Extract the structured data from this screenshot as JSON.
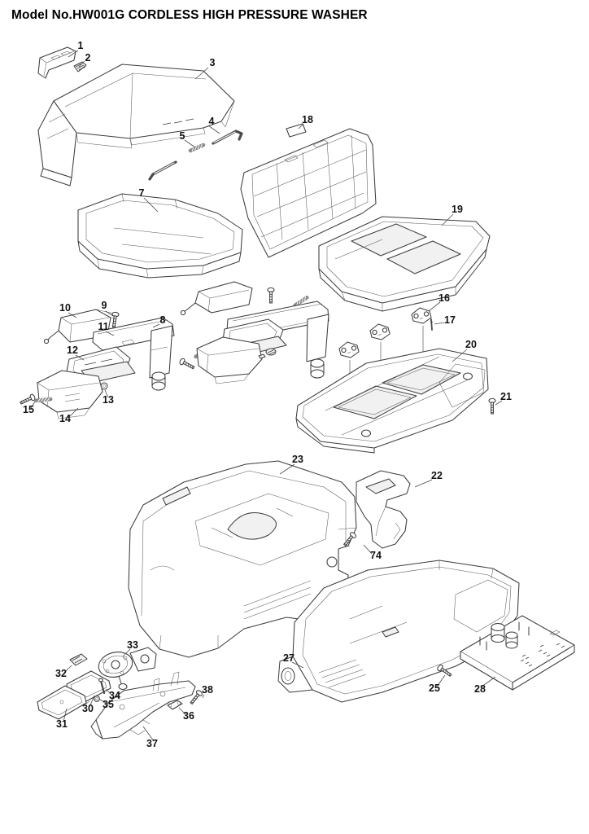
{
  "title": "Model No.HW001G CORDLESS HIGH PRESSURE WASHER",
  "diagram": {
    "kind": "exploded-parts-diagram",
    "model_no": "HW001G",
    "product_name": "CORDLESS HIGH PRESSURE WASHER"
  },
  "colors": {
    "background": "#ffffff",
    "ink": "#3c3c3c",
    "label_text": "#111111"
  },
  "callouts": [
    {
      "num": "1"
    },
    {
      "num": "2"
    },
    {
      "num": "3"
    },
    {
      "num": "4"
    },
    {
      "num": "5"
    },
    {
      "num": "7"
    },
    {
      "num": "18"
    },
    {
      "num": "19"
    },
    {
      "num": "16"
    },
    {
      "num": "17"
    },
    {
      "num": "20"
    },
    {
      "num": "21"
    },
    {
      "num": "10"
    },
    {
      "num": "9"
    },
    {
      "num": "8"
    },
    {
      "num": "11"
    },
    {
      "num": "12"
    },
    {
      "num": "13"
    },
    {
      "num": "14"
    },
    {
      "num": "15"
    },
    {
      "num": "23"
    },
    {
      "num": "22"
    },
    {
      "num": "74"
    },
    {
      "num": "27"
    },
    {
      "num": "25"
    },
    {
      "num": "28"
    },
    {
      "num": "33"
    },
    {
      "num": "32"
    },
    {
      "num": "30"
    },
    {
      "num": "31"
    },
    {
      "num": "34"
    },
    {
      "num": "35"
    },
    {
      "num": "36"
    },
    {
      "num": "37"
    },
    {
      "num": "38"
    }
  ]
}
